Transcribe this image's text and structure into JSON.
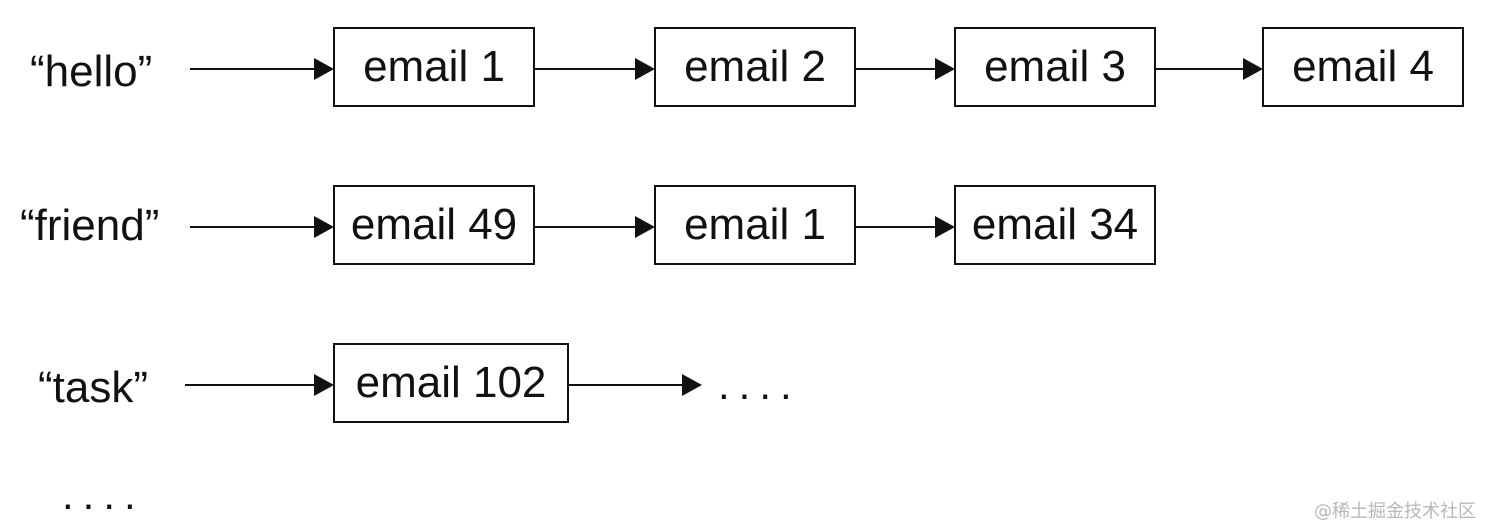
{
  "rows": [
    {
      "term": "“hello”",
      "emails": [
        "email 1",
        "email 2",
        "email 3",
        "email 4"
      ]
    },
    {
      "term": "“friend”",
      "emails": [
        "email 49",
        "email 1",
        "email 34"
      ]
    },
    {
      "term": "“task”",
      "emails": [
        "email 102"
      ],
      "continuation": "...."
    }
  ],
  "more_rows": "....",
  "watermark": "@稀土掘金技术社区"
}
